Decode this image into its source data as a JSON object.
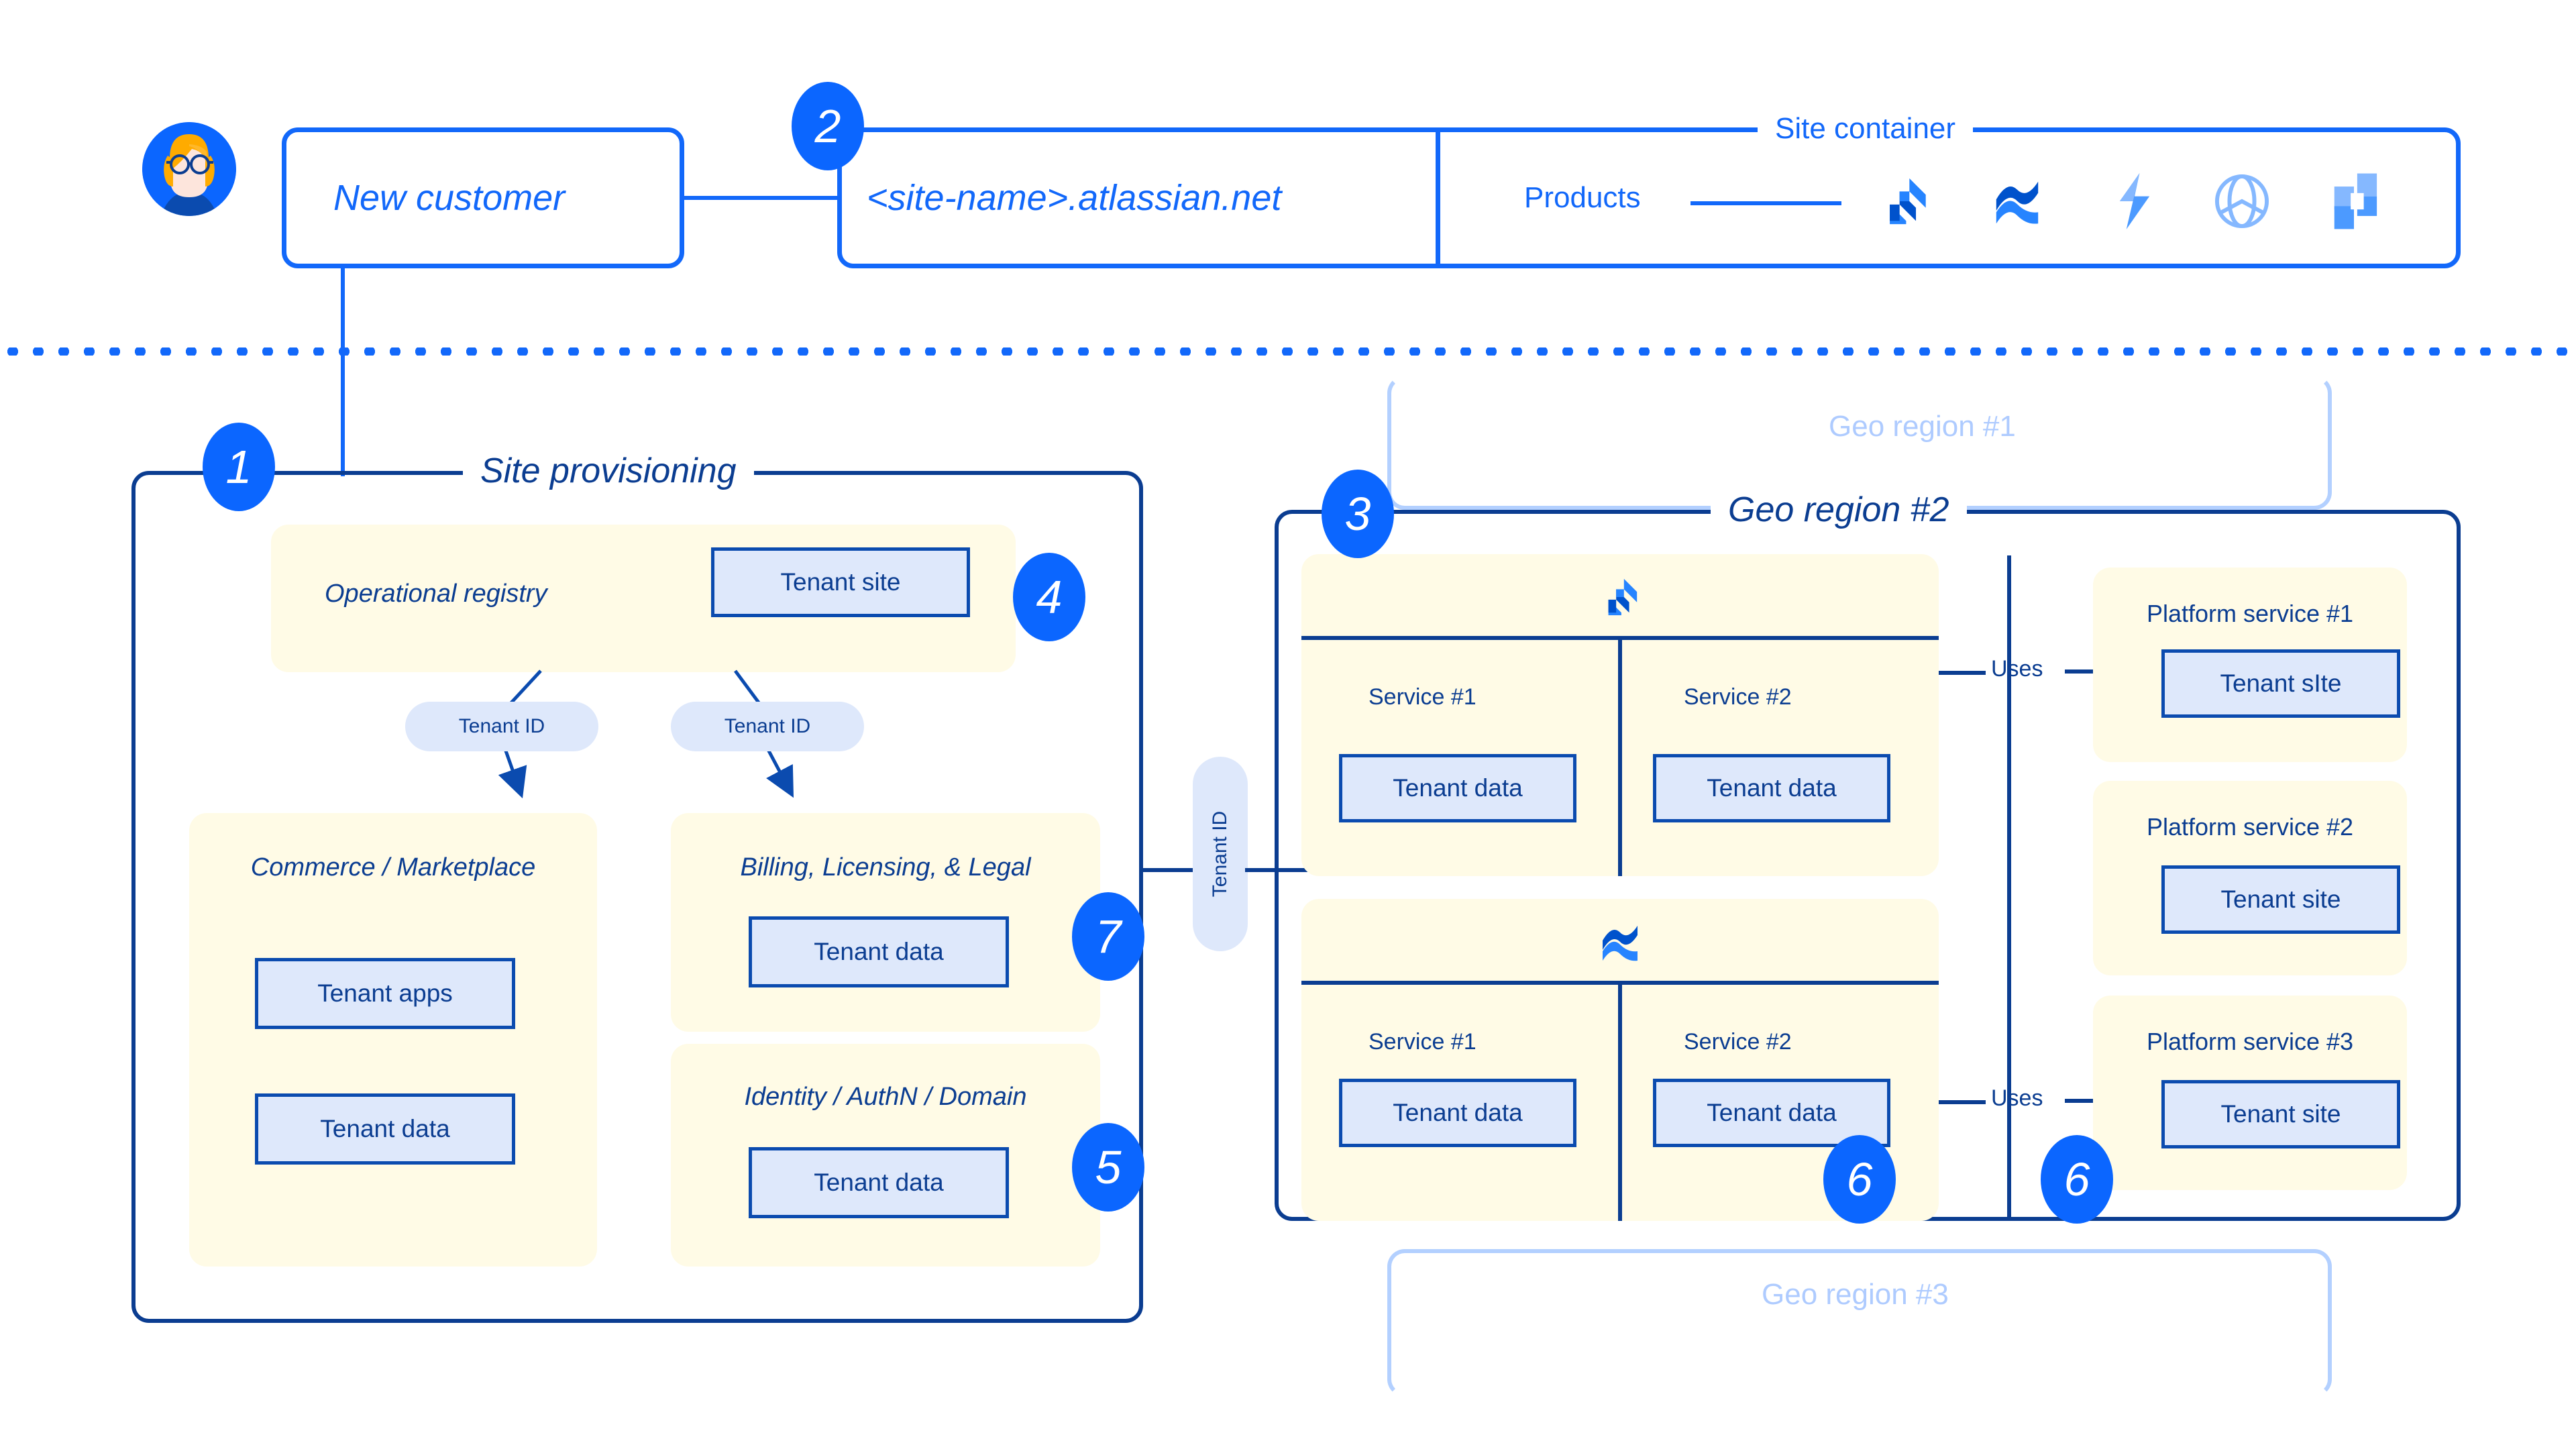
{
  "top": {
    "avatar_name": "customer-avatar",
    "customer_box_label": "New customer",
    "site_url_label": "<site-name>.atlassian.net",
    "site_container_title": "Site container",
    "products_label": "Products",
    "product_icons": [
      "jira-icon",
      "confluence-icon",
      "bitbucket-icon",
      "opsgenie-icon",
      "trello-icon"
    ]
  },
  "badges": {
    "b1": "1",
    "b2": "2",
    "b3": "3",
    "b4": "4",
    "b5": "5",
    "b6a": "6",
    "b6b": "6",
    "b7": "7"
  },
  "provisioning": {
    "title": "Site provisioning",
    "registry": {
      "title": "Operational registry",
      "tenant_site": "Tenant site"
    },
    "tenant_id_left": "Tenant ID",
    "tenant_id_right": "Tenant ID",
    "commerce": {
      "title": "Commerce / Marketplace",
      "tenant_apps": "Tenant apps",
      "tenant_data": "Tenant data"
    },
    "billing": {
      "title": "Billing, Licensing, & Legal",
      "tenant_data": "Tenant data"
    },
    "identity": {
      "title": "Identity / AuthN / Domain",
      "tenant_data": "Tenant data"
    }
  },
  "bus": {
    "tenant_id": "Tenant ID"
  },
  "regions": {
    "ghost_top": "Geo region #1",
    "ghost_bottom": "Geo region #3",
    "active": {
      "title": "Geo region #2",
      "product_blocks": [
        {
          "icon": "jira-icon",
          "services": [
            {
              "name": "Service #1",
              "store": "Tenant data"
            },
            {
              "name": "Service #2",
              "store": "Tenant data"
            }
          ]
        },
        {
          "icon": "confluence-icon",
          "services": [
            {
              "name": "Service #1",
              "store": "Tenant data"
            },
            {
              "name": "Service #2",
              "store": "Tenant data"
            }
          ]
        }
      ],
      "uses_label_top": "Uses",
      "uses_label_bottom": "Uses",
      "platform_services": [
        {
          "title": "Platform service #1",
          "store": "Tenant sIte"
        },
        {
          "title": "Platform service #2",
          "store": "Tenant site"
        },
        {
          "title": "Platform service #3",
          "store": "Tenant site"
        }
      ]
    }
  },
  "colors": {
    "brand_blue": "#1268FA",
    "badge_blue": "#0B66FF",
    "deep_navy": "#0B3D91",
    "box_border": "#0B4BAF",
    "box_fill": "#DEE8FB",
    "card_fill": "#FFFBE6",
    "ghost_blue": "#AECBFF"
  }
}
